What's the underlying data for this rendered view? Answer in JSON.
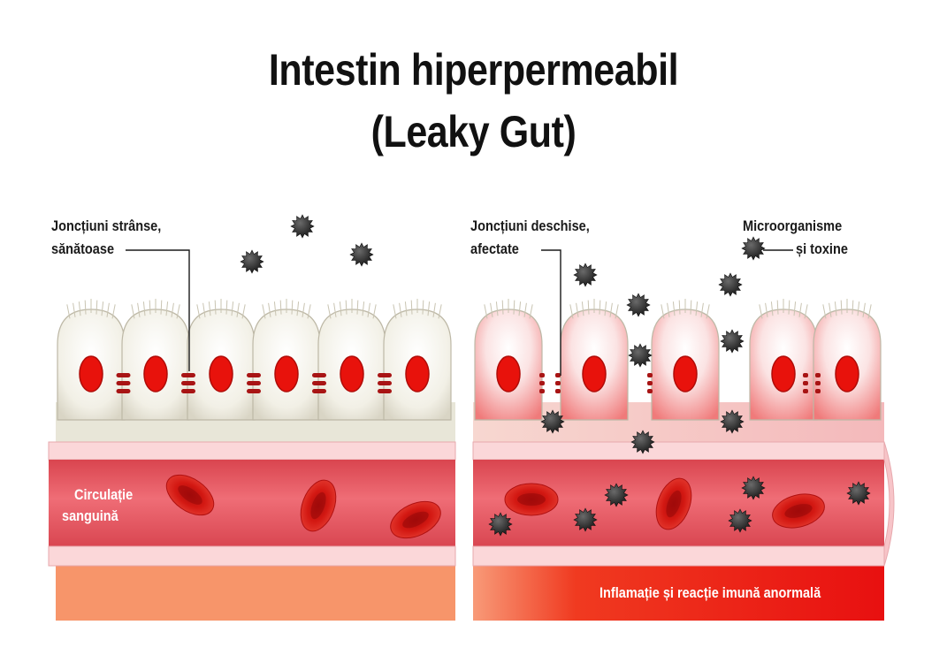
{
  "title": {
    "line1": "Intestin hiperpermeabil",
    "line2": "(Leaky Gut)"
  },
  "labels": {
    "healthy_junctions_l1": "Joncțiuni strânse,",
    "healthy_junctions_l2": "sănătoase",
    "damaged_junctions_l1": "Joncțiuni deschise,",
    "damaged_junctions_l2": "afectate",
    "microbes_l1": "Microorganisme",
    "microbes_l2": "și toxine",
    "blood_l1": "Circulație",
    "blood_l2": "sanguină",
    "inflammation": "Inflamație și reacție imună anormală"
  },
  "colors": {
    "cell_fill": "#f3f1e6",
    "cell_stroke": "#c9c4b2",
    "nucleus": "#e8120c",
    "inflamed_cell_tint": "#f48a8a",
    "tissue_healthy": "#f7956a",
    "tissue_inflamed": "#ee1010",
    "vessel_wall": "#f7c4c8",
    "blood_lumen": "#e85560",
    "red_blood_cell": "#d41a14",
    "microbe": "#2a2a2a"
  }
}
